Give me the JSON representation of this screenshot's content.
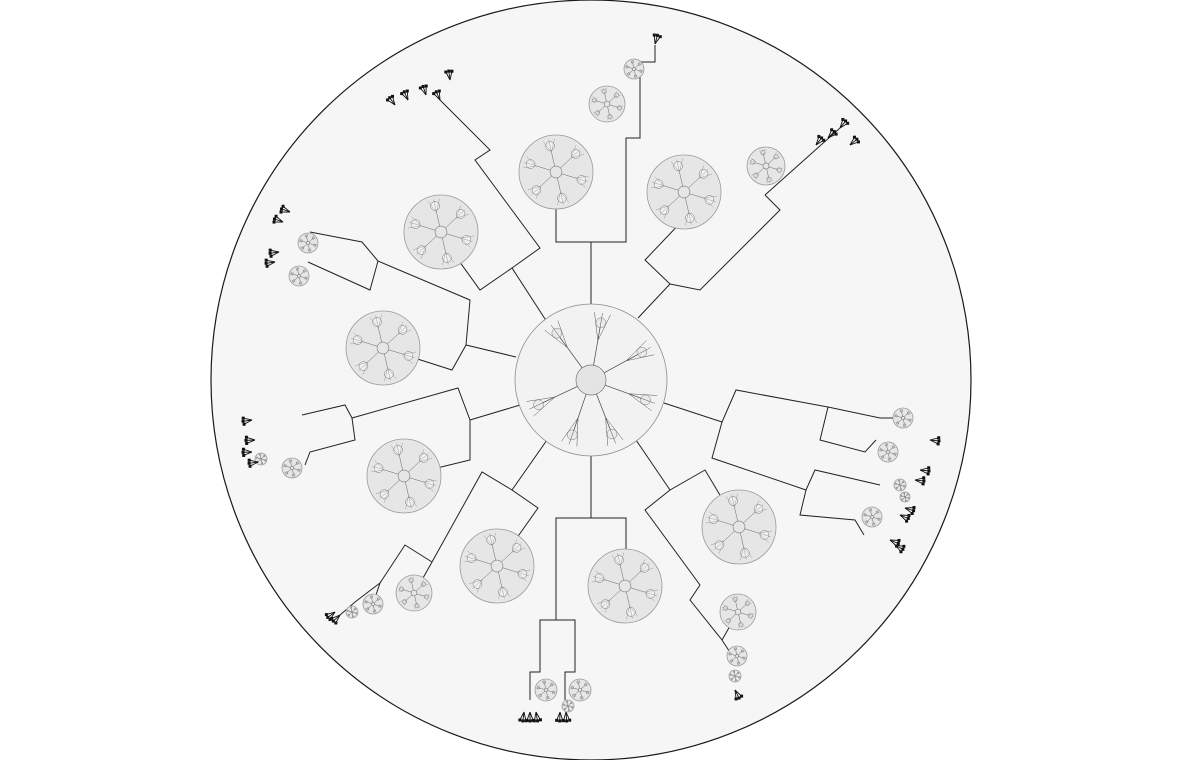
{
  "diagram": {
    "kind": "recursive-radial-tree",
    "text_labels": "none visible",
    "colors": {
      "background": "#ffffff",
      "outer_disc_fill": "#f6f6f6",
      "outer_disc_stroke": "#1a1a1a",
      "cluster_fill": "#e6e6e6",
      "cluster_stroke": "#9a9a9a",
      "edge": "#222222",
      "leaf": "#111111"
    },
    "root_cluster": {
      "branch_count": 12,
      "inner_spoke_count": 6
    },
    "branches": [
      {
        "id": "b1",
        "direction": "north",
        "cluster_count": 2
      },
      {
        "id": "b2",
        "direction": "north-northeast",
        "cluster_count": 1
      },
      {
        "id": "b3",
        "direction": "northeast",
        "cluster_count": 1
      },
      {
        "id": "b4",
        "direction": "east",
        "cluster_count": 4
      },
      {
        "id": "b5",
        "direction": "southeast",
        "cluster_count": 3
      },
      {
        "id": "b6",
        "direction": "south-southeast",
        "cluster_count": 1
      },
      {
        "id": "b7",
        "direction": "south",
        "cluster_count": 2
      },
      {
        "id": "b8",
        "direction": "south-southwest",
        "cluster_count": 1
      },
      {
        "id": "b9",
        "direction": "southwest",
        "cluster_count": 3
      },
      {
        "id": "b10",
        "direction": "west",
        "cluster_count": 2
      },
      {
        "id": "b11",
        "direction": "west-northwest",
        "cluster_count": 3
      },
      {
        "id": "b12",
        "direction": "northwest",
        "cluster_count": 1
      }
    ]
  }
}
